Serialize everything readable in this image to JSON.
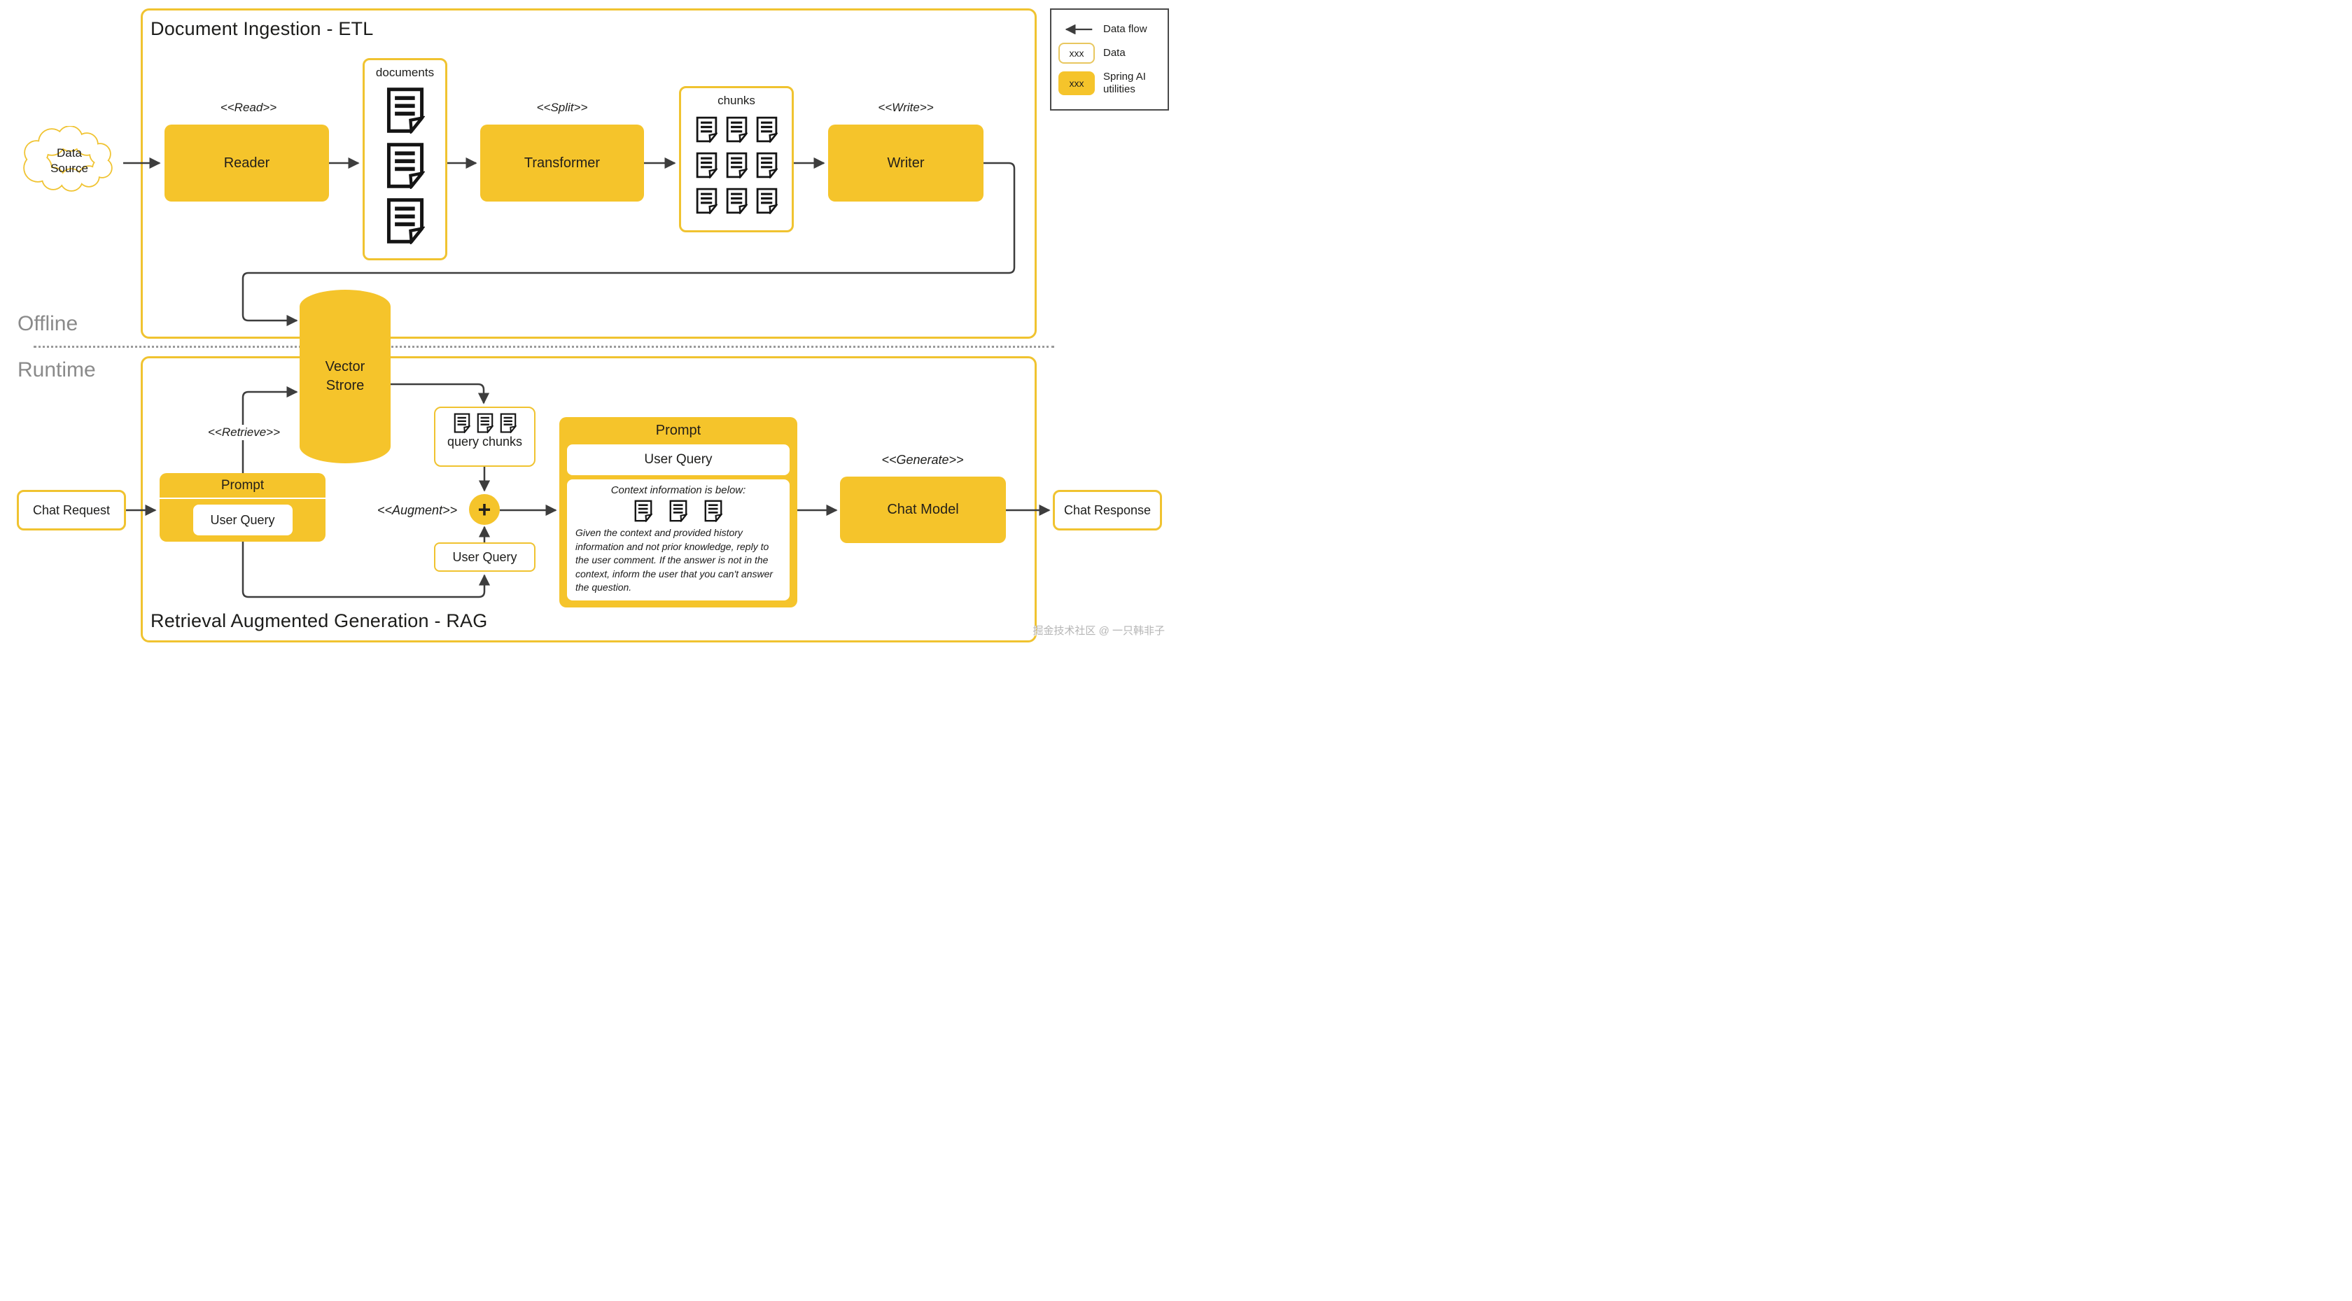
{
  "etl": {
    "title": "Document Ingestion - ETL",
    "read_label": "<<Read>>",
    "split_label": "<<Split>>",
    "write_label": "<<Write>>",
    "reader": "Reader",
    "transformer": "Transformer",
    "writer": "Writer",
    "documents_label": "documents",
    "chunks_label": "chunks"
  },
  "data_source": "Data Source",
  "legend": {
    "data_flow_label": "Data flow",
    "data_chip": "xxx",
    "data_label": "Data",
    "spring_chip": "xxx",
    "spring_label": "Spring AI utilities"
  },
  "sections": {
    "offline": "Offline",
    "runtime": "Runtime"
  },
  "vector_store": "Vector Strore",
  "rag": {
    "title": "Retrieval Augmented Generation - RAG",
    "retrieve_label": "<<Retrieve>>",
    "augment_label": "<<Augment>>",
    "generate_label": "<<Generate>>",
    "chat_request": "Chat Request",
    "chat_response": "Chat Response",
    "chat_model": "Chat Model",
    "query_chunks": "query chunks",
    "user_query": "User Query",
    "plus": "+",
    "prompt_small": {
      "title": "Prompt",
      "user_query": "User Query"
    },
    "prompt_big": {
      "title": "Prompt",
      "user_query": "User Query",
      "context_line": "Context information is below:",
      "instructions": "Given the context and provided history information and not prior knowledge, reply to the user comment. If the answer is not in the context, inform the user that you can't answer the question."
    }
  },
  "watermark": "掘金技术社区 @ 一只韩非子",
  "colors": {
    "spring_yellow": "#F5C42B",
    "border_yellow": "#F0C330",
    "line": "#3d3d3d",
    "gray_label": "#8a8a8a"
  }
}
